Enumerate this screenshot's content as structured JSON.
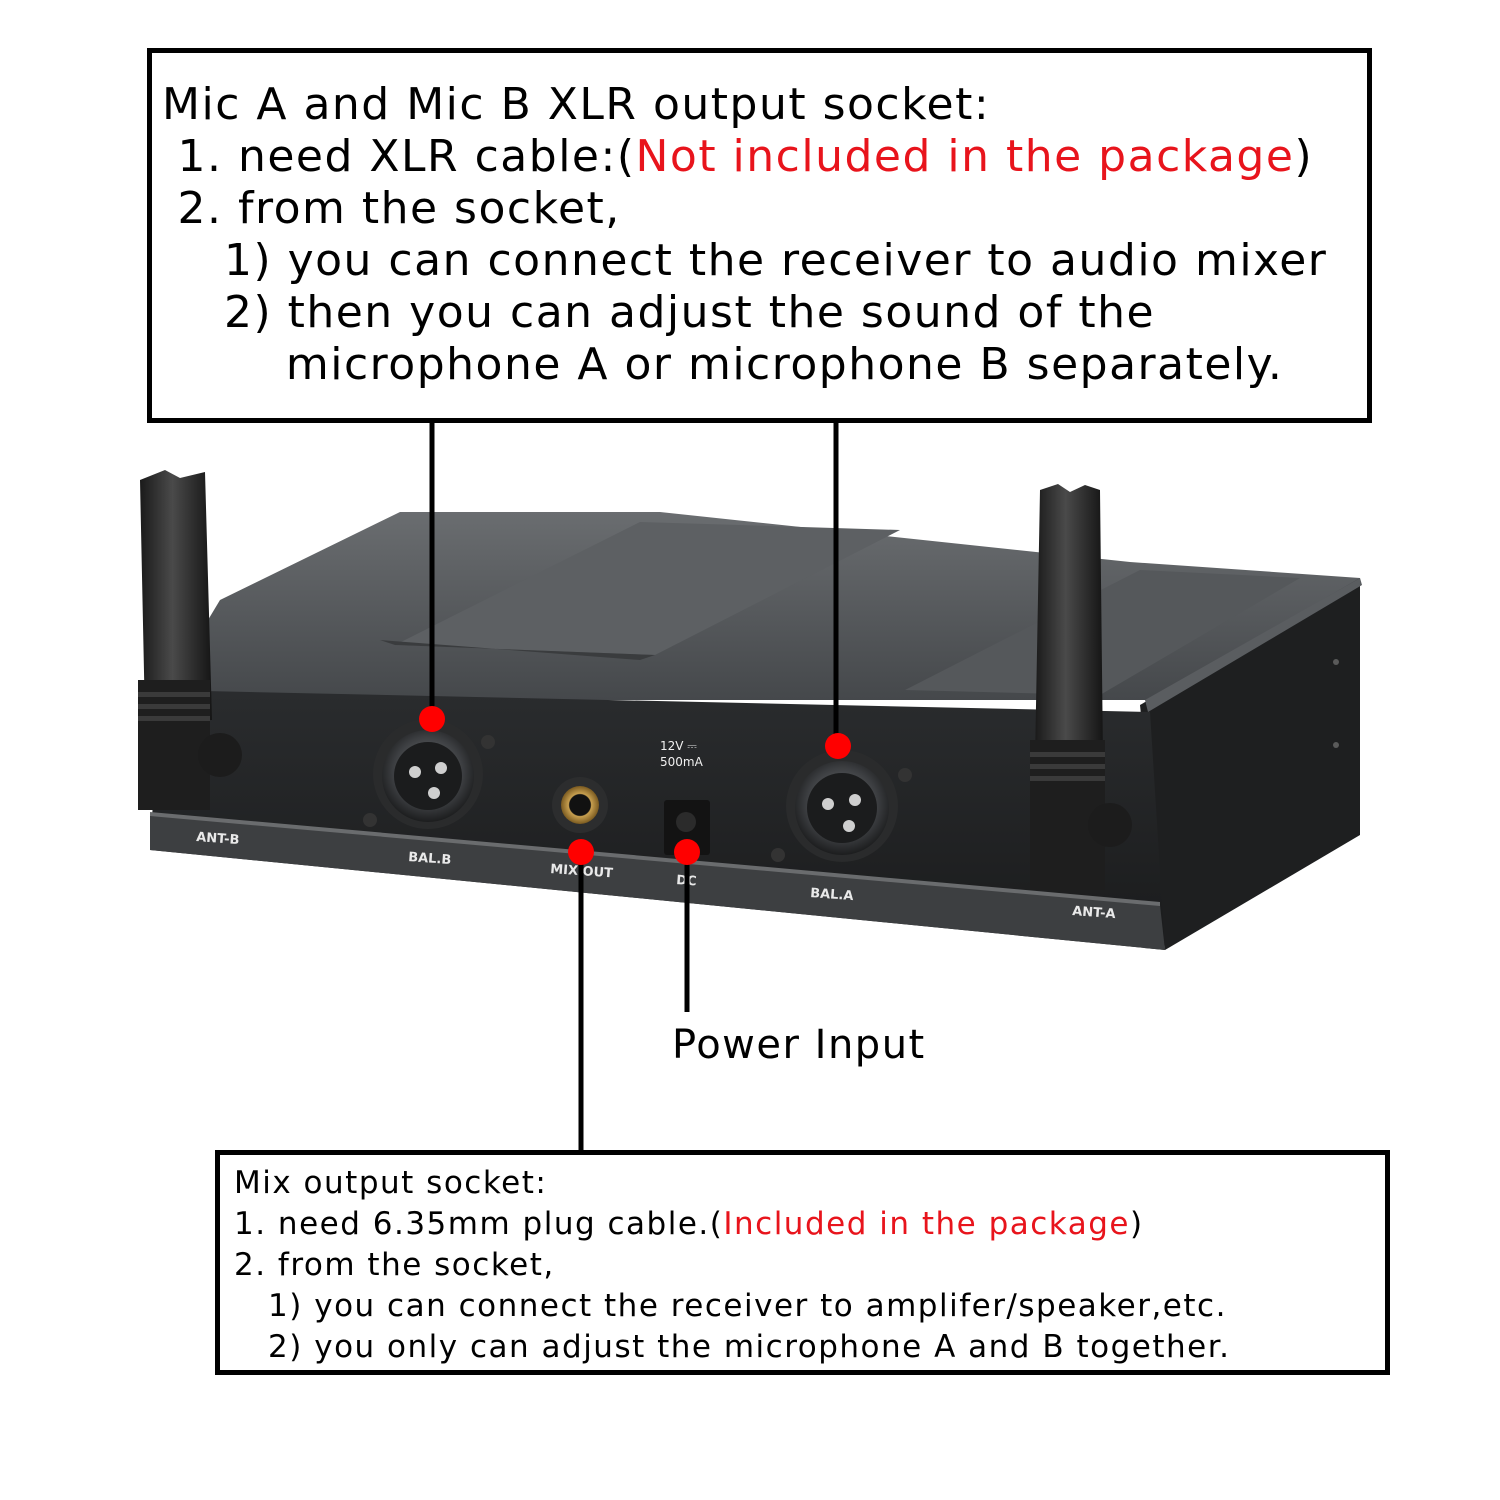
{
  "top_box": {
    "title": "Mic A and Mic B XLR output socket:",
    "line1_prefix": " 1. need XLR cable:(",
    "line1_red": "Not included in the package",
    "line1_suffix": ")",
    "line2": " 2. from the socket,",
    "line3": "    1) you can connect the receiver to audio mixer",
    "line4": "    2) then you can adjust the sound of the",
    "line5": "        microphone A or microphone B separately."
  },
  "power_label": "Power Input",
  "bottom_box": {
    "title": "Mix output socket:",
    "line1_prefix": "1. need 6.35mm plug cable.(",
    "line1_red": "Included in the package",
    "line1_suffix": ")",
    "line2": "2. from the socket,",
    "line3": "   1) you can connect the receiver to amplifer/speaker,etc.",
    "line4": "   2) you only can adjust the microphone A and B together."
  },
  "panel": {
    "ant_b": "ANT-B",
    "bal_b": "BAL.B",
    "mix_out": "MIX OUT",
    "dc": "DC",
    "bal_a": "BAL.A",
    "ant_a": "ANT-A",
    "voltage": "12V ⎓",
    "current": "500mA"
  },
  "colors": {
    "callout_red": "#e8141c",
    "annotation_red": "#ff0000"
  }
}
